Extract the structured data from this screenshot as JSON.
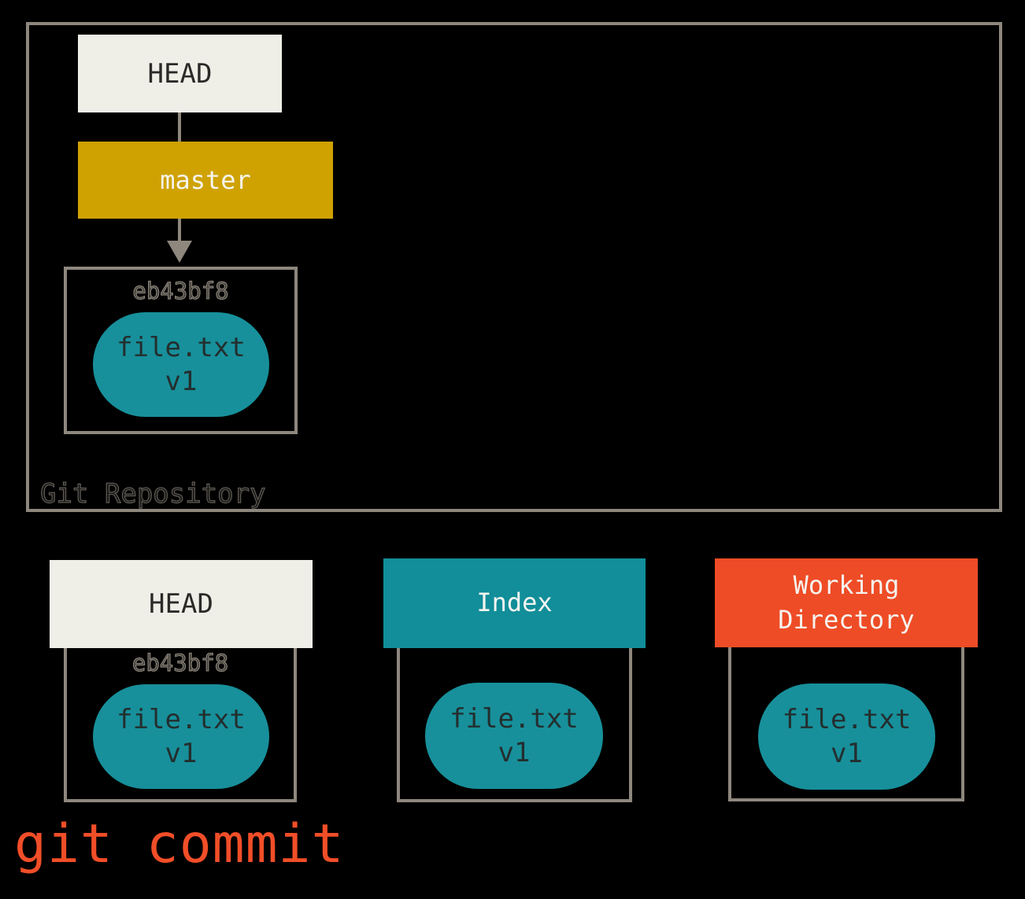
{
  "colors": {
    "background": "#000000",
    "border_gray": "#8e877e",
    "cream": "#f0efe7",
    "gold": "#cfa202",
    "teal": "#118e99",
    "blob_teal": "#17909b",
    "orange": "#ee4c26",
    "command_orange": "#f14e28",
    "dark_text": "#2b2a28",
    "blob_text": "#232e2e",
    "white_text": "#f5f4f0"
  },
  "repository": {
    "label": "Git Repository",
    "head": "HEAD",
    "branch": "master",
    "commit": {
      "hash": "eb43bf8",
      "file": "file.txt",
      "version": "v1"
    }
  },
  "columns": [
    {
      "id": "head",
      "label": "HEAD",
      "hash": "eb43bf8",
      "file": "file.txt",
      "version": "v1"
    },
    {
      "id": "index",
      "label": "Index",
      "file": "file.txt",
      "version": "v1"
    },
    {
      "id": "working-directory",
      "label": "Working Directory",
      "file": "file.txt",
      "version": "v1"
    }
  ],
  "command": {
    "text": "git commit"
  }
}
